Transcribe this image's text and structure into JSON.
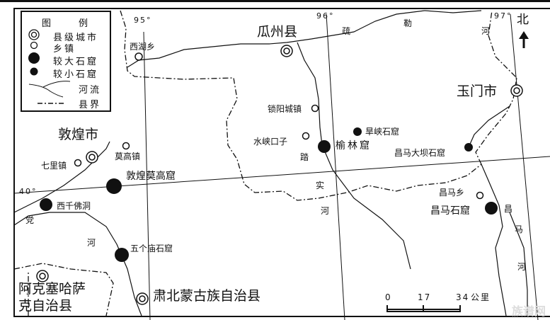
{
  "legend": {
    "title": [
      "图",
      "例"
    ],
    "items": [
      {
        "symbol": "double-circle",
        "label": "县级城市"
      },
      {
        "symbol": "circle",
        "label": "乡镇"
      },
      {
        "symbol": "large-dot",
        "label": "较大石窟"
      },
      {
        "symbol": "small-dot",
        "label": "较小石窟"
      },
      {
        "symbol": "river-line",
        "label": "河流"
      },
      {
        "symbol": "dash-dot-line",
        "label": "县界"
      }
    ]
  },
  "graticule": {
    "lon_95": "95°",
    "lon_96": "96°",
    "lon_97": "97°",
    "lat_40": "40°"
  },
  "north": "北",
  "places": {
    "guazhou": "瓜州县",
    "xihu": "西湖乡",
    "yumen": "玉门市",
    "suoyang": "锁阳城镇",
    "hanxia": "旱峡石窟",
    "shuixiakouzi": "水峡口子",
    "yulin": "榆林窟",
    "changma_dam": "昌马大坝石窟",
    "changma_town": "昌马乡",
    "changma_grotto": "昌马石窟",
    "dunhuang": "敦煌市",
    "mogao_town": "莫高镇",
    "qili": "七里镇",
    "mogao_grotto": "敦煌莫高窟",
    "xiqian": "西千佛洞",
    "wugemiao": "五个庙石窟",
    "akesai_1": "阿克塞哈萨",
    "akesai_2": "克自治县",
    "subei": "肃北蒙古族自治县"
  },
  "rivers": {
    "shule": [
      "疏",
      "勒",
      "河"
    ],
    "tashi": [
      "踏",
      "实",
      "河"
    ],
    "dang": [
      "党",
      "河"
    ],
    "changma": [
      "昌",
      "马",
      "河"
    ]
  },
  "scale": {
    "ticks": [
      "0",
      "17",
      "34"
    ],
    "unit": "公里"
  },
  "watermark": "族谱网"
}
